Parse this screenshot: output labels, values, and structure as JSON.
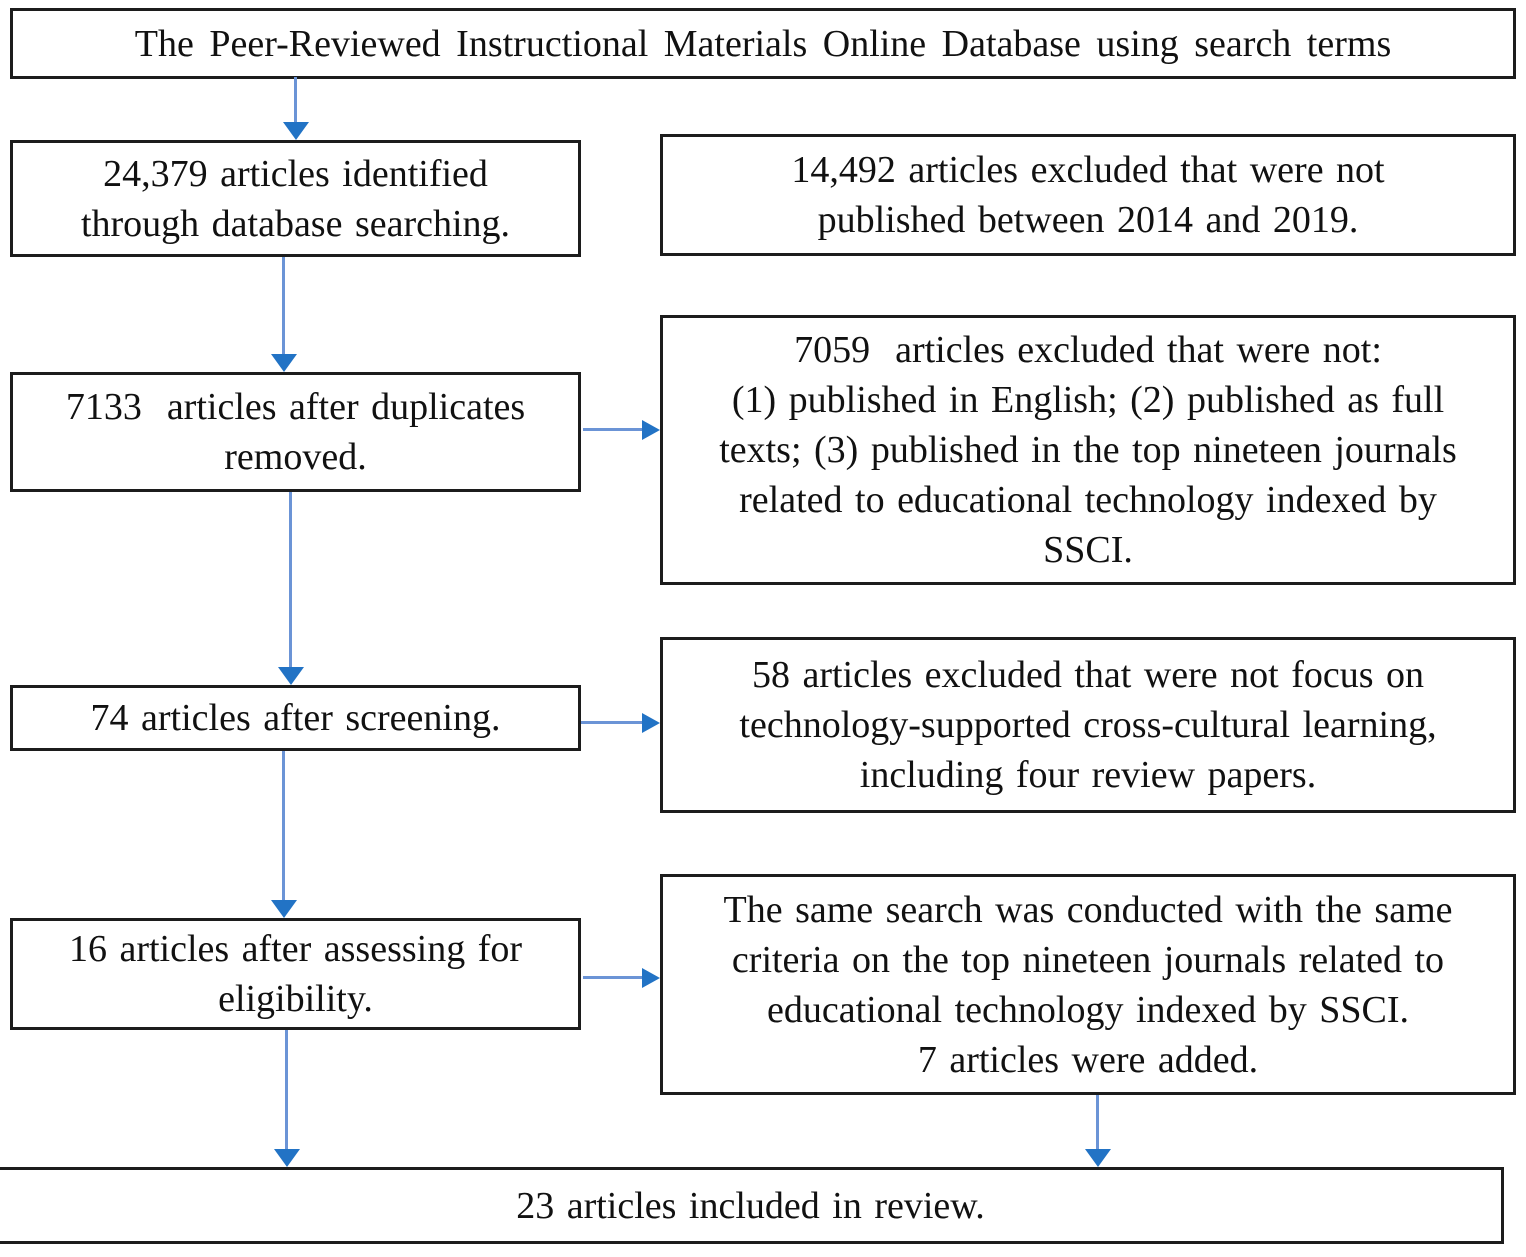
{
  "diagram_type": "prisma-flowchart",
  "nodes": {
    "source": "The Peer-Reviewed Instructional Materials Online Database using search terms",
    "identified": "24,379 articles identified\nthrough database searching.",
    "excluded_year": "14,492 articles excluded that were not\npublished between 2014 and 2019.",
    "deduplicated": "7133  articles after duplicates\nremoved.",
    "excluded_criteria": "7059  articles excluded that were not:\n(1) published in English; (2) published as full\ntexts; (3) published in the top nineteen journals\nrelated to educational technology indexed by\nSSCI.",
    "screened": "74 articles after screening.",
    "excluded_focus": "58 articles excluded that were not focus on\ntechnology-supported cross-cultural learning,\nincluding four review papers.",
    "eligible": "16 articles after assessing for\neligibility.",
    "supplementary": "The same search was conducted with the same\ncriteria on the top nineteen journals related to\neducational technology indexed by SSCI.\n7 articles were added.",
    "included": "23 articles included in review."
  },
  "counts": {
    "identified": "24,379",
    "excluded_year": "14,492",
    "after_duplicates": "7133",
    "excluded_criteria": "7059",
    "after_screening": "74",
    "excluded_focus": "58",
    "after_eligibility": "16",
    "added": "7",
    "included": "23"
  },
  "colors": {
    "arrow_line": "#6b94d6",
    "arrow_head": "#2273c5",
    "box_border": "#1c1c1c",
    "text": "#111111"
  }
}
